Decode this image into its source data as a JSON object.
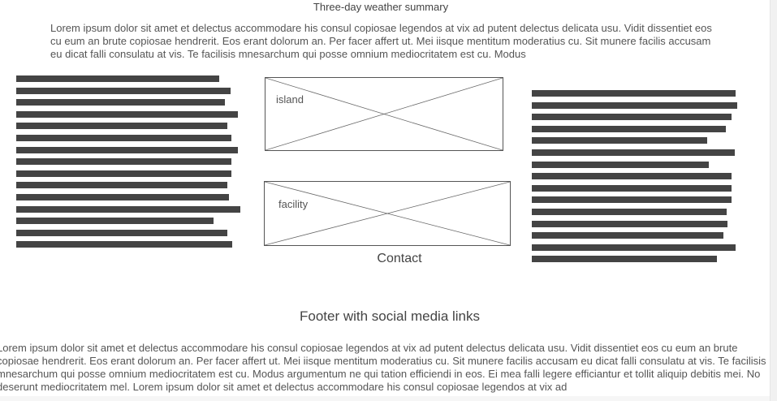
{
  "header": {
    "title": "Three-day weather summary"
  },
  "intro": {
    "text": "Lorem ipsum dolor sit amet et delectus accommodare his consul copiosae legendos at vix ad putent delectus delicata usu. Vidit dissentiet eos cu eum an brute copiosae hendrerit. Eos erant dolorum an. Per facer affert ut. Mei iisque mentitum moderatius cu. Sit munere facilis accusam eu dicat falli consulatu at vis. Te facilisis mnesarchum qui posse omnium mediocritatem est cu. Modus"
  },
  "media": {
    "island_label": "island",
    "facility_label": "facility"
  },
  "contact": {
    "label": "Contact"
  },
  "footer": {
    "heading": "Footer with social media links",
    "text": "Lorem ipsum dolor sit amet et delectus accommodare his consul copiosae legendos at vix ad putent delectus delicata usu. Vidit dissentiet eos cu eum an brute copiosae hendrerit. Eos erant dolorum an. Per facer affert ut. Mei iisque mentitum moderatius cu. Sit munere facilis accusam eu dicat falli consulatu at vis. Te facilisis mnesarchum qui posse omnium mediocritatem est cu. Modus argumentum ne qui tation efficiendi in eos. Ei mea falli legere efficiantur et tollit aliquip debitis mei. No deserunt mediocritatem mel. Lorem ipsum dolor sit amet et delectus accommodare his consul copiosae legendos at vix ad"
  },
  "colors": {
    "text_line_placeholder": "#444444",
    "page_background": "#ffffff"
  }
}
